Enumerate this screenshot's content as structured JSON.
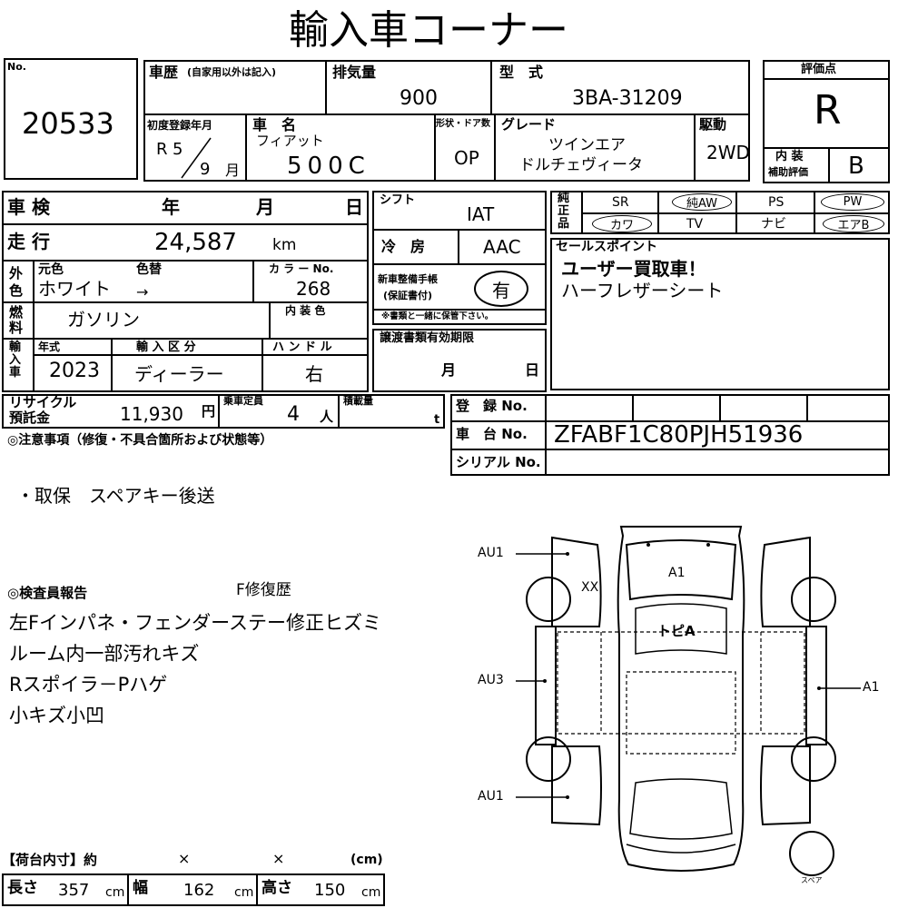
{
  "title": "輸入車コーナー",
  "lot": {
    "label": "No.",
    "value": "20533"
  },
  "history": {
    "label": "車歴",
    "note": "(自家用以外は記入)"
  },
  "displacement": {
    "label": "排気量",
    "value": "900"
  },
  "model": {
    "label": "型　式",
    "value": "3BA-31209"
  },
  "rating": {
    "label": "評価点",
    "value": "R",
    "interior_label_1": "内 装",
    "interior_label_2": "補助評価",
    "interior_value": "B"
  },
  "first_reg": {
    "label": "初度登録年月",
    "era": "R",
    "year": "5",
    "month": "9",
    "month_unit": "月"
  },
  "car_name": {
    "label": "車　名",
    "maker": "フィアット",
    "name": "500C"
  },
  "shape": {
    "label": "形状・ドア数",
    "value": "OP"
  },
  "grade": {
    "label": "グレード",
    "line1": "ツインエア",
    "line2": "ドルチェヴィータ"
  },
  "drive": {
    "label": "駆動",
    "value": "2WD"
  },
  "inspection": {
    "label": "車 検",
    "year": "年",
    "month": "月",
    "day": "日"
  },
  "shift": {
    "label": "シフト",
    "value": "IAT"
  },
  "equipment": {
    "label": "純正品",
    "items": [
      "SR",
      "純AW",
      "PS",
      "PW",
      "カワ",
      "TV",
      "ナビ",
      "エアB"
    ],
    "circled": [
      "純AW",
      "PW",
      "カワ",
      "エアB"
    ]
  },
  "mileage": {
    "label": "走 行",
    "value": "24,587",
    "unit": "km"
  },
  "ac": {
    "label": "冷　房",
    "value": "AAC"
  },
  "sales_point": {
    "label": "セールスポイント",
    "line1": "ユーザー買取車！",
    "line2": "ハーフレザーシート"
  },
  "exterior": {
    "label": "外色",
    "orig_label": "元色",
    "change_label": "色替",
    "orig_value": "ホワイト",
    "arrow": "→",
    "color_no_label": "カ ラ ー No.",
    "color_no": "268"
  },
  "service": {
    "label_1": "新車整備手帳",
    "label_2": "(保証書付)",
    "value": "有",
    "note": "※書類と一緒に保管下さい。"
  },
  "fuel": {
    "label": "燃料",
    "value": "ガソリン",
    "interior_color_label": "内 装 色"
  },
  "docs_expiry": {
    "label": "譲渡書類有効期限",
    "month": "月",
    "day": "日"
  },
  "import": {
    "label": "輸入車",
    "year_label": "年式",
    "year": "2023",
    "type_label": "輸 入 区 分",
    "type_value": "ディーラー",
    "handle_label": "ハ ン ド ル",
    "handle_value": "右"
  },
  "recycle": {
    "label_1": "リサイクル",
    "label_2": "預託金",
    "value": "11,930",
    "unit": "円"
  },
  "capacity": {
    "label": "乗車定員",
    "value": "4",
    "unit": "人"
  },
  "load": {
    "label": "積載量",
    "unit": "t"
  },
  "registration": {
    "label": "登　録 No.",
    "chassis_label": "車　台 No.",
    "chassis_value": "ZFABF1C80PJH51936",
    "serial_label": "シリアル No."
  },
  "notes": {
    "label": "◎注意事項（修復・不具合箇所および状態等）",
    "line1": "・取保　スペアキー後送"
  },
  "inspector": {
    "label": "◎検査員報告",
    "repair": "F修復歴",
    "lines": [
      "左Fインパネ・フェンダーステー修正ヒズミ",
      "ルーム内一部汚れキズ",
      "Rスポイラ－Pハゲ",
      "小キズ小凹"
    ]
  },
  "cargo": {
    "label": "【荷台内寸】約",
    "x1": "×",
    "x2": "×",
    "unit_paren": "(cm)",
    "length_label": "長さ",
    "length": "357",
    "width_label": "幅",
    "width": "162",
    "height_label": "高さ",
    "height": "150",
    "cm": "cm"
  },
  "diagram": {
    "au1_top": "AU1",
    "au3": "AU3",
    "au1_bottom": "AU1",
    "xx": "XX",
    "a1_hood": "A1",
    "a1_right": "A1",
    "roof": "トピA",
    "spare": "スペア"
  }
}
